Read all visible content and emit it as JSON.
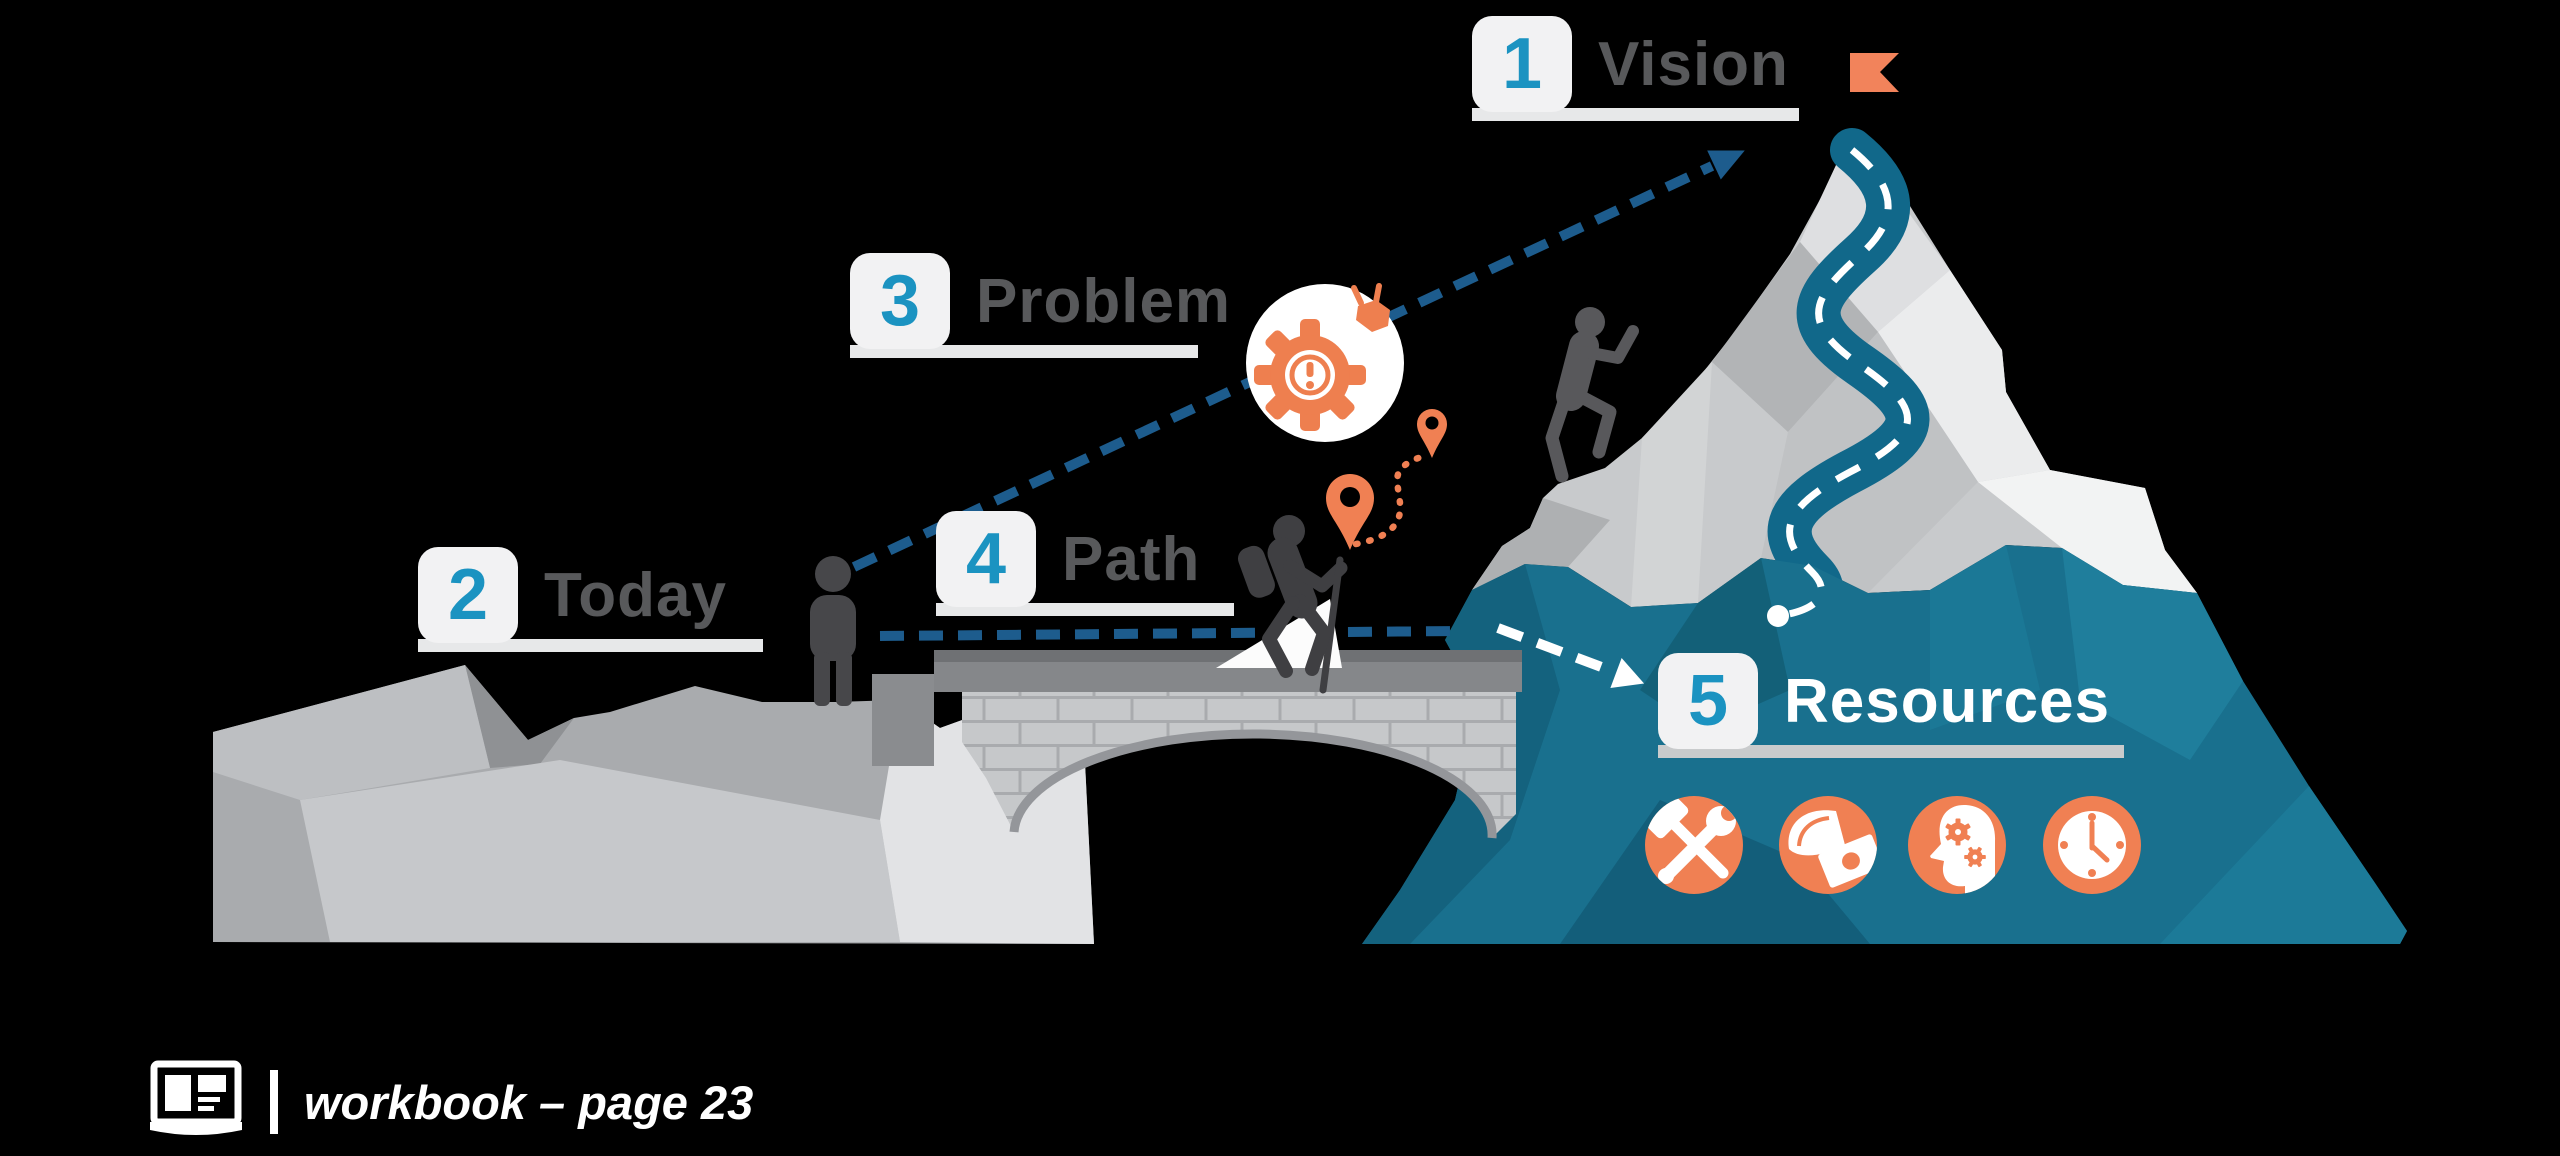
{
  "steps": [
    {
      "id": "vision",
      "number": "1",
      "label": "Vision"
    },
    {
      "id": "today",
      "number": "2",
      "label": "Today"
    },
    {
      "id": "problem",
      "number": "3",
      "label": "Problem"
    },
    {
      "id": "path",
      "number": "4",
      "label": "Path"
    },
    {
      "id": "resources",
      "number": "5",
      "label": "Resources"
    }
  ],
  "resources_panel": {
    "icons": [
      {
        "name": "tools-icon"
      },
      {
        "name": "winged-money-icon"
      },
      {
        "name": "head-gears-icon"
      },
      {
        "name": "clock-icon"
      }
    ]
  },
  "scene_icons": {
    "summit_flag": "flag-icon",
    "problem_icon": "broken-gear-alert-icon",
    "route_icon": "map-pins-route-icon",
    "people": [
      "standing-person",
      "hiker-with-backpack",
      "climbing-person"
    ]
  },
  "footer": {
    "text": "workbook – page 23",
    "icon": "open-book-icon"
  },
  "colors": {
    "background": "#000000",
    "step_number": "#1B93C1",
    "step_label": "#58595B",
    "resources_label": "#FFFFFF",
    "badge_bg": "#F2F2F3",
    "underline_light": "#E7E8E9",
    "underline_gray": "#C9CBCC",
    "dash_blue": "#1D5C8D",
    "dash_white": "#FFFFFF",
    "orange": "#F08053",
    "flag_orange": "#F2835B",
    "mountain_teal": "#19708E",
    "road_teal": "#11688A",
    "rock_gray": "#C8CACC",
    "silhouette": "#47474A"
  }
}
